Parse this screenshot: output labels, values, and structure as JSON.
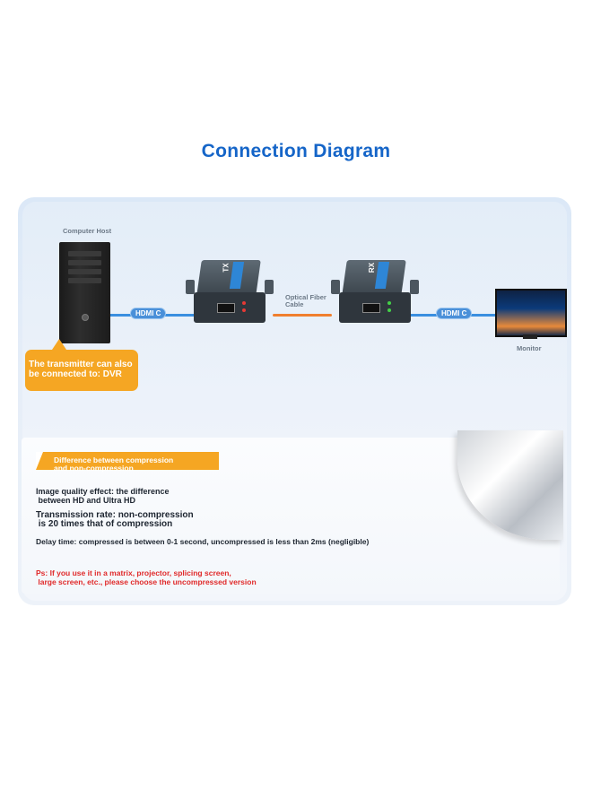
{
  "title": "Connection Diagram",
  "diagram": {
    "computer_label": "Computer Host",
    "monitor_label": "Monitor",
    "fiber_label_line1": "Optical Fiber",
    "fiber_label_line2": "Cable",
    "hdmi_in_label": "HDMI C",
    "hdmi_out_label": "HDMI C",
    "tx_label": "TX",
    "rx_label": "RX",
    "callout_line1": "The transmitter can also",
    "callout_line2": "be connected to: DVR",
    "colors": {
      "accent": "#1565c8",
      "callout": "#f5a623",
      "fiber": "#f07f2e",
      "cable": "#3a8fe0"
    }
  },
  "notes": {
    "heading_line1": "Difference between compression",
    "heading_line2": "and non-compression",
    "image_quality_line1": "Image quality effect: the difference",
    "image_quality_line2": " between HD and Ultra HD",
    "rate_line1": "Transmission rate: non-compression",
    "rate_line2": " is 20 times that of compression",
    "delay": "Delay time: compressed is between 0-1 second, uncompressed is less than 2ms (negligible)",
    "ps_line1": "Ps: If you use it in a matrix, projector, splicing screen,",
    "ps_line2": " large screen, etc., please choose the uncompressed version"
  }
}
